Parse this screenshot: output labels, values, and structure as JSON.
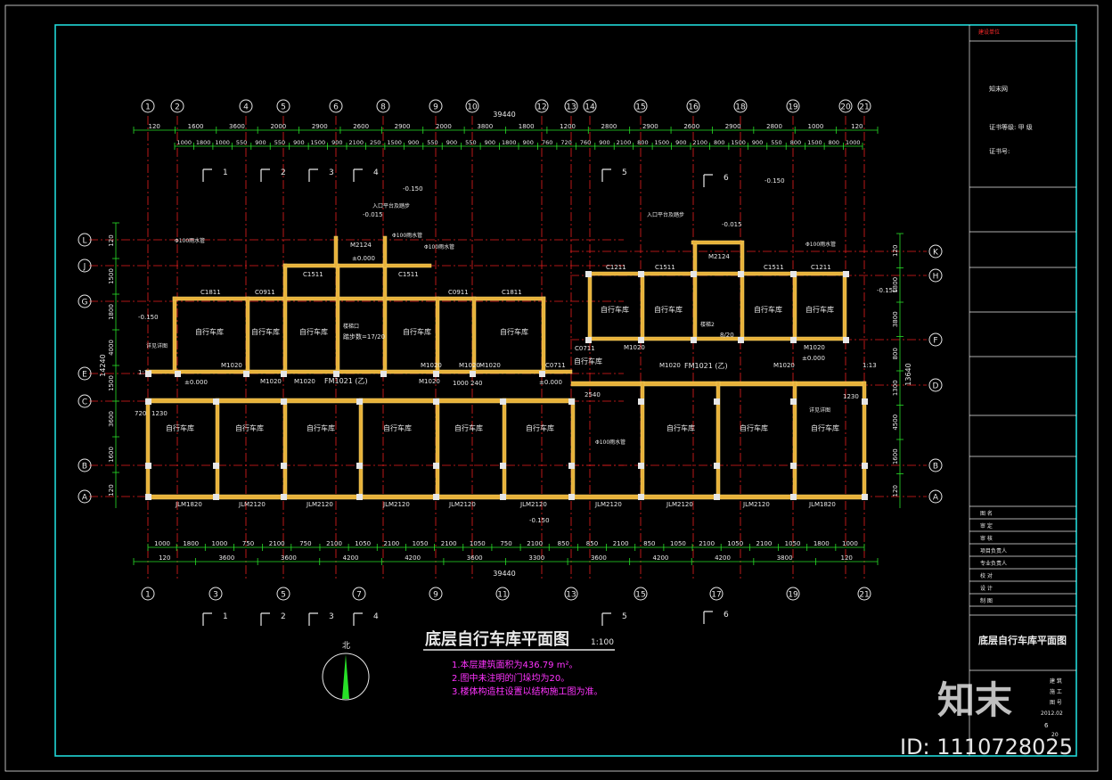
{
  "drawing_title": "底层自行车库平面图",
  "scale": "1:100",
  "north_label": "北",
  "notes": [
    "1.本层建筑面积为436.79 m²。",
    "2.图中未注明的门垛均为20。",
    "3.楼体构造柱设置以结构施工图为准。"
  ],
  "total_dimension": "39440",
  "axes_top": [
    "1",
    "2",
    "4",
    "5",
    "6",
    "8",
    "9",
    "10",
    "12",
    "13",
    "14",
    "15",
    "16",
    "18",
    "19",
    "20",
    "21"
  ],
  "axes_bottom": [
    "1",
    "3",
    "5",
    "7",
    "9",
    "11",
    "13",
    "15",
    "17",
    "19",
    "21"
  ],
  "axes_left": [
    "L",
    "J",
    "G",
    "E",
    "C",
    "B",
    "A"
  ],
  "axes_right": [
    "K",
    "H",
    "F",
    "D",
    "B",
    "A"
  ],
  "top_dims_main": [
    "120",
    "1600",
    "3600",
    "2000",
    "2900",
    "2600",
    "2900",
    "2000",
    "3800",
    "1800",
    "1200",
    "2800",
    "2900",
    "2600",
    "2900",
    "2800",
    "1000",
    "120"
  ],
  "top_dims_detail": [
    "1000",
    "1800",
    "1000",
    "550",
    "900",
    "550",
    "900",
    "1500",
    "900",
    "2100",
    "250",
    "1500",
    "900",
    "550",
    "900",
    "550",
    "900",
    "1800",
    "900",
    "760",
    "720",
    "760",
    "900",
    "2100",
    "800",
    "1500",
    "900",
    "2100",
    "800",
    "1500",
    "900",
    "550",
    "800",
    "1500",
    "800",
    "1000"
  ],
  "bottom_dims_detail": [
    "1000",
    "1800",
    "1000",
    "750",
    "2100",
    "750",
    "2100",
    "1050",
    "2100",
    "1050",
    "2100",
    "1050",
    "750",
    "2100",
    "850",
    "850",
    "2100",
    "850",
    "1050",
    "2100",
    "1050",
    "2100",
    "1050",
    "1800",
    "1000"
  ],
  "bottom_dims_main": [
    "120",
    "3600",
    "3600",
    "4200",
    "4200",
    "3600",
    "3300",
    "3600",
    "4200",
    "4200",
    "3800",
    "120"
  ],
  "left_dims": [
    "120",
    "1500",
    "1800",
    "4000",
    "1500",
    "3600",
    "1600",
    "120"
  ],
  "left_total": "14240",
  "right_dims": [
    "120",
    "1300",
    "3800",
    "800",
    "1300",
    "4500",
    "1600",
    "120"
  ],
  "right_total": "13640",
  "room_label": "自行车库",
  "labels": {
    "stair_left": "楼梯口",
    "stair_right": "楼梯2",
    "stair_count_left": "踏步数=17/20",
    "stair_count_right": "8/20",
    "door_fm": "FM1021 (乙)",
    "door_m2124": "M2124",
    "door_m1020": "M1020",
    "win_c1811": "C1811",
    "win_c0911": "C0911",
    "win_c1511": "C1511",
    "win_c1211": "C1211",
    "win_c0711": "C0711",
    "elev_0000": "±0.000",
    "elev_m0150": "-0.150",
    "elev_m0015": "-0.015",
    "pipe_label": "Φ100雨水管",
    "ramp": "1:13",
    "dim_2540": "2540",
    "dim_1230": "1230",
    "dim_720": "720",
    "dim_1000_240": "1000 240",
    "jlm_1820": "JLM1820",
    "jlm_2120": "JLM2120",
    "entrance_note": "入口平台及踏步",
    "detail_note": "详见详图"
  },
  "section_marks": [
    "1",
    "2",
    "3",
    "4",
    "5",
    "6"
  ],
  "title_block": {
    "company": "知末网",
    "header": "建设单位",
    "cert": "证书等级: 甲 级",
    "cert_no": "证书号:",
    "sheet_title": "底层自行车库平面图",
    "date": "2012.02",
    "sheet_no": "6",
    "sheet_total": "20",
    "rows": [
      "图  名",
      "审  定",
      "审  核",
      "项目负责人",
      "专业负责人",
      "校  对",
      "设  计",
      "制  图"
    ],
    "right_cells": [
      "建 筑",
      "施 工",
      "图 号"
    ]
  },
  "watermark_id": "ID: 1110728025",
  "watermark_brand": "知末",
  "colors": {
    "frame": "#20d8d8",
    "wall": "#e8b23a",
    "dim": "#27e027",
    "grid": "#e81e1e",
    "text": "#e8e8e8",
    "note": "#ff33ff"
  }
}
